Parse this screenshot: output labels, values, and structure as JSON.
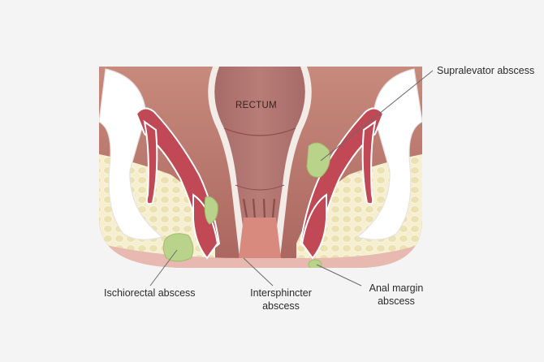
{
  "labels": {
    "rectum": "RECTUM",
    "supralevator": "Supralevator abscess",
    "ischiorectal": "Ischiorectal abscess",
    "intersphincter": "Intersphincter\nabscess",
    "anal_margin": "Anal margin\nabscess"
  },
  "colors": {
    "background": "#f4f4f4",
    "rectum_tissue": "#b87672",
    "abscess": "#b9d38b",
    "fat": "#f3edc9",
    "bone": "#ffffff",
    "muscle": "#c14855"
  }
}
